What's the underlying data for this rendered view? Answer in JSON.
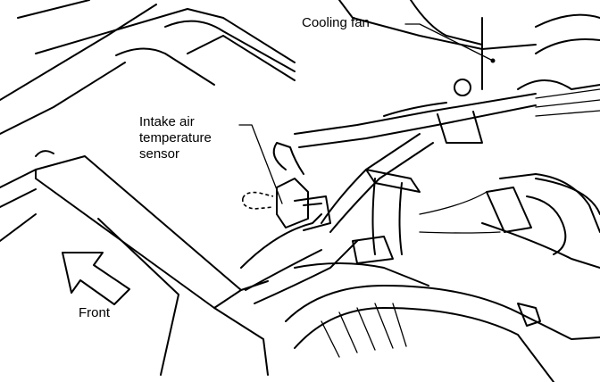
{
  "labels": {
    "cooling_fan": "Cooling fan",
    "intake_line1": "Intake air",
    "intake_line2": "temperature",
    "intake_line3": "sensor",
    "front": "Front"
  },
  "colors": {
    "ink": "#000000",
    "paper": "#ffffff"
  }
}
